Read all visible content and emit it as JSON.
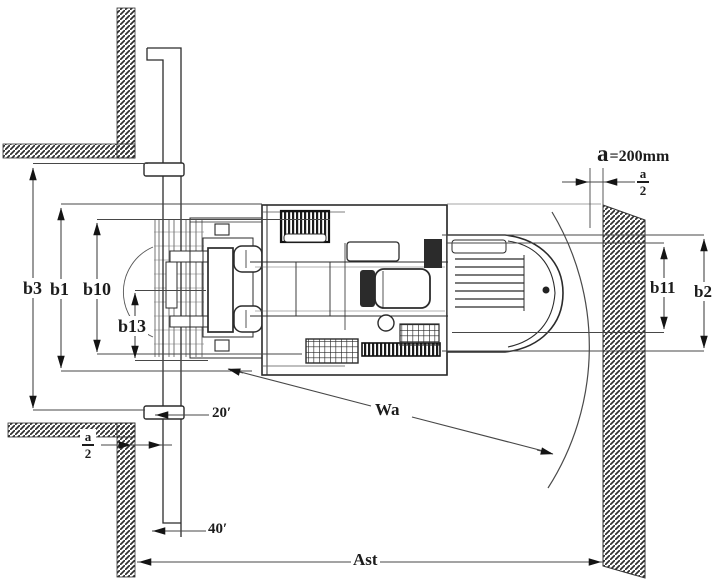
{
  "diagram": {
    "description_visible_text_only": true,
    "labels": {
      "b3": "b3",
      "b1": "b1",
      "b10": "b10",
      "b13": "b13",
      "b11": "b11",
      "b2": "b2",
      "a_symbol": "a",
      "a_value": "=200mm",
      "wa": "Wa",
      "ast": "Ast",
      "deg20": "20′",
      "deg40": "40′"
    },
    "fraction": {
      "numerator": "a",
      "denominator": "2"
    },
    "colors": {
      "line": "#2b2b2b",
      "dimension": "#474747",
      "hatch": "#2f2f2f",
      "dark_fill": "#2b2b2b",
      "background": "#ffffff"
    }
  }
}
